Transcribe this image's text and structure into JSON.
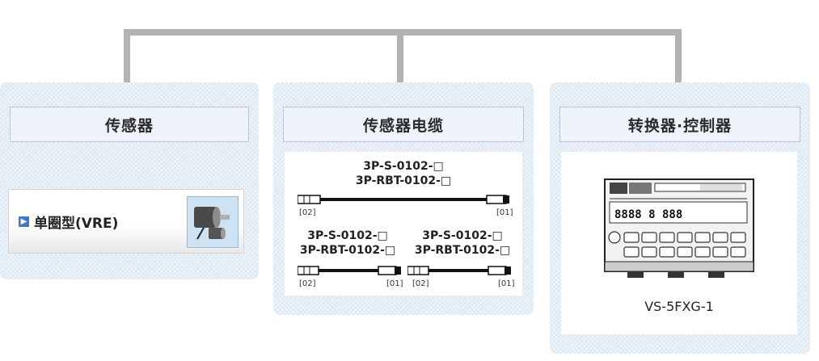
{
  "columns": {
    "sensor": {
      "title": "传感器",
      "item": {
        "label": "单圈型(VRE)",
        "arrow_icon": "arrow-right-icon",
        "thumb_icon": "encoder-product-icon"
      }
    },
    "cable": {
      "title": "传感器电缆",
      "top": {
        "line1": "3P-S-0102-□",
        "line2": "3P-RBT-0102-□",
        "left_tag": "[02]",
        "right_tag": "[01]"
      },
      "bottom_left": {
        "line1": "3P-S-0102-□",
        "line2": "3P-RBT-0102-□",
        "left_tag": "[02]",
        "right_tag": "[01]"
      },
      "bottom_right": {
        "line1": "3P-S-0102-□",
        "line2": "3P-RBT-0102-□",
        "left_tag": "[02]",
        "right_tag": "[01]"
      }
    },
    "converter": {
      "title": "转换器·控制器",
      "model": "VS-5FXG-1",
      "device_icon": "controller-device-icon"
    }
  },
  "colors": {
    "connector": "#b3b3b3",
    "panel_bg": "#dfe9f3",
    "title_border": "#b7c6d6",
    "arrow_blue": "#3f78c8"
  }
}
